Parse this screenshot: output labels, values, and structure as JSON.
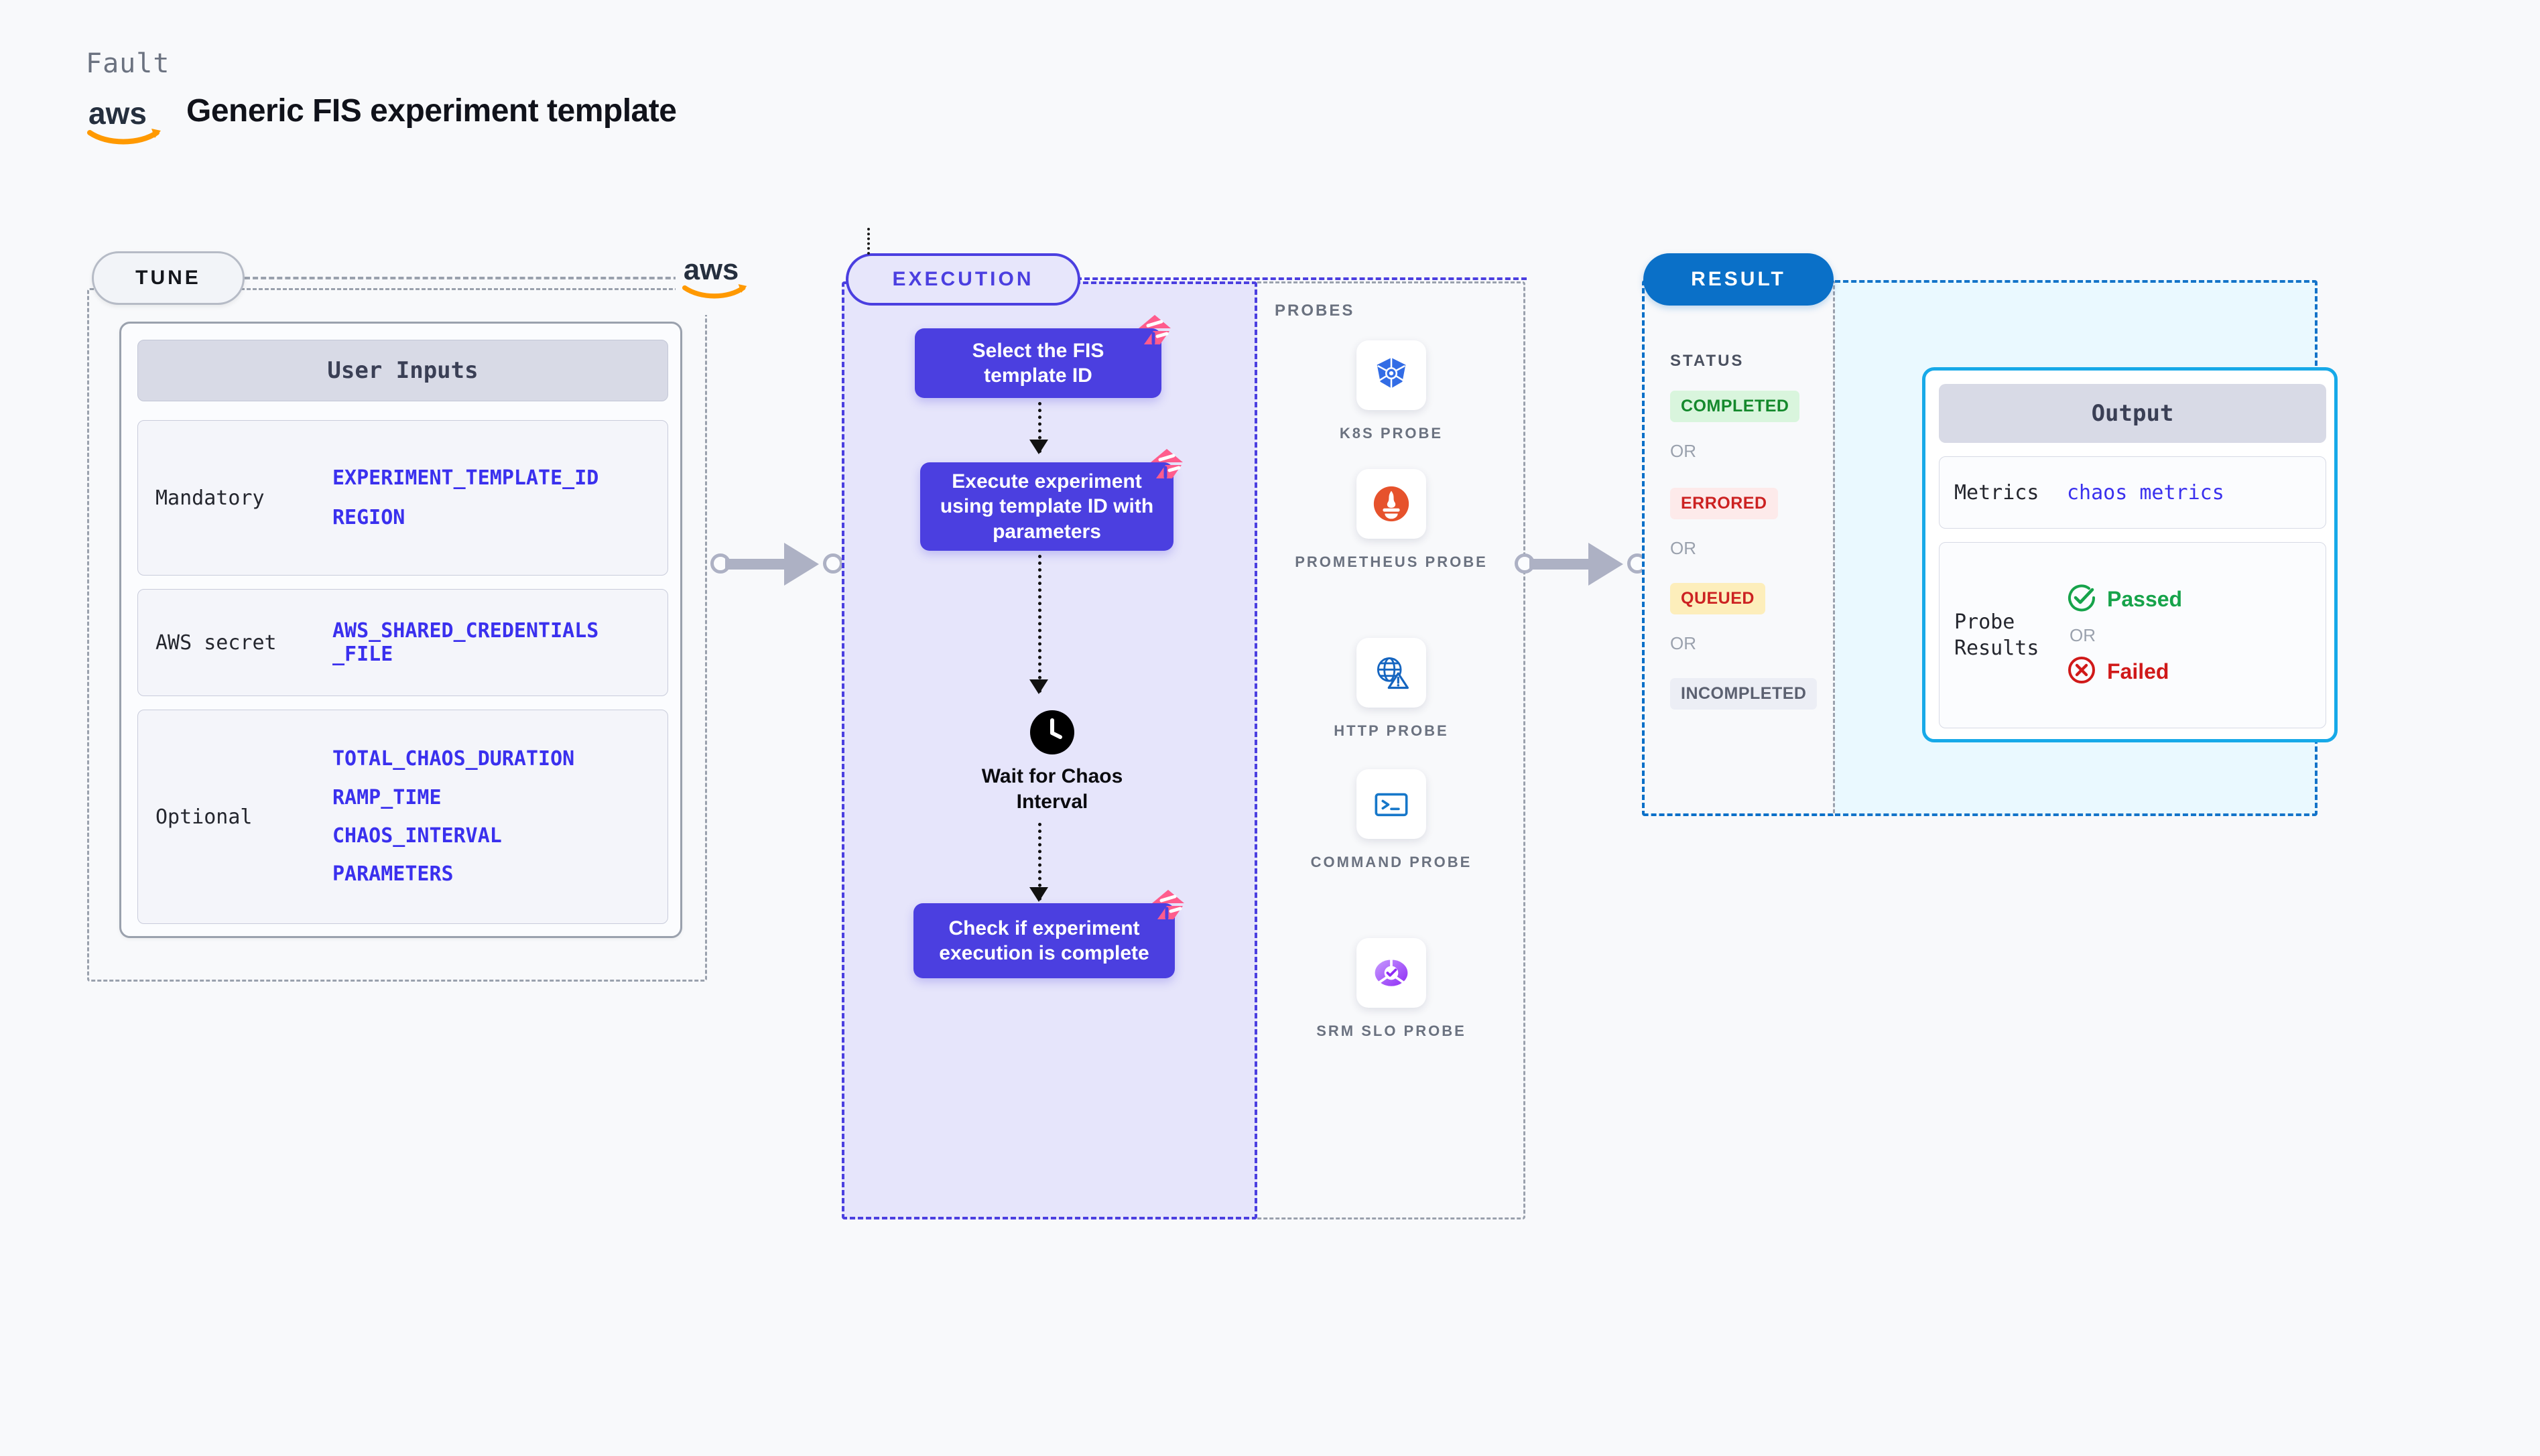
{
  "header": {
    "eyebrow": "Fault",
    "title": "Generic FIS experiment template",
    "logo_icon": "aws-logo"
  },
  "tune": {
    "pill_label": "TUNE",
    "aws_badge_icon": "aws-logo",
    "card_title": "User Inputs",
    "groups": [
      {
        "label": "Mandatory",
        "values": [
          "EXPERIMENT_TEMPLATE_ID",
          "REGION"
        ]
      },
      {
        "label": "AWS secret",
        "values": [
          "AWS_SHARED_CREDENTIALS\n_FILE"
        ]
      },
      {
        "label": "Optional",
        "values": [
          "TOTAL_CHAOS_DURATION",
          "RAMP_TIME",
          "CHAOS_INTERVAL",
          "PARAMETERS"
        ]
      }
    ]
  },
  "execution": {
    "pill_label": "EXECUTION",
    "nodes": [
      {
        "text": "Select the FIS template ID",
        "badge_icon": "harness-badge-icon"
      },
      {
        "text": "Execute experiment using template ID with parameters",
        "badge_icon": "harness-badge-icon"
      },
      {
        "text": "Check if experiment execution is complete",
        "badge_icon": "harness-badge-icon"
      }
    ],
    "wait_step": {
      "icon": "clock-icon",
      "label": "Wait for Chaos Interval"
    }
  },
  "probes": {
    "title": "PROBES",
    "items": [
      {
        "name": "K8S PROBE",
        "icon": "kubernetes-icon"
      },
      {
        "name": "PROMETHEUS PROBE",
        "icon": "prometheus-icon"
      },
      {
        "name": "HTTP PROBE",
        "icon": "http-globe-warning-icon"
      },
      {
        "name": "COMMAND PROBE",
        "icon": "terminal-icon"
      },
      {
        "name": "SRM SLO PROBE",
        "icon": "srm-slo-icon"
      }
    ]
  },
  "result": {
    "pill_label": "RESULT",
    "status_title": "STATUS",
    "or_label": "OR",
    "statuses": [
      {
        "label": "COMPLETED",
        "bg": "#d9f5dd",
        "fg": "#14892c"
      },
      {
        "label": "ERRORED",
        "bg": "#fdeaea",
        "fg": "#cc2222"
      },
      {
        "label": "QUEUED",
        "bg": "#fdeebb",
        "fg": "#cc2222"
      },
      {
        "label": "INCOMPLETED",
        "bg": "#eceef5",
        "fg": "#5b6070"
      }
    ],
    "output": {
      "title": "Output",
      "metrics_label": "Metrics",
      "metrics_value": "chaos metrics",
      "probe_results_label": "Probe\nResults",
      "passed_label": "Passed",
      "failed_label": "Failed",
      "or_label": "OR",
      "passed_icon": "check-circle-icon",
      "failed_icon": "x-circle-icon",
      "passed_color": "#16a34a",
      "failed_color": "#d01919"
    }
  },
  "connectors": [
    {
      "name": "tune-to-execution"
    },
    {
      "name": "execution-to-result"
    }
  ],
  "colors": {
    "accent_purple": "#4b3fe0",
    "accent_blue": "#0a70c8",
    "accent_cyan": "#17a9e8",
    "param_blue": "#3a30ee",
    "aws_orange": "#f90",
    "harness_pink": "#ff5c8d"
  }
}
